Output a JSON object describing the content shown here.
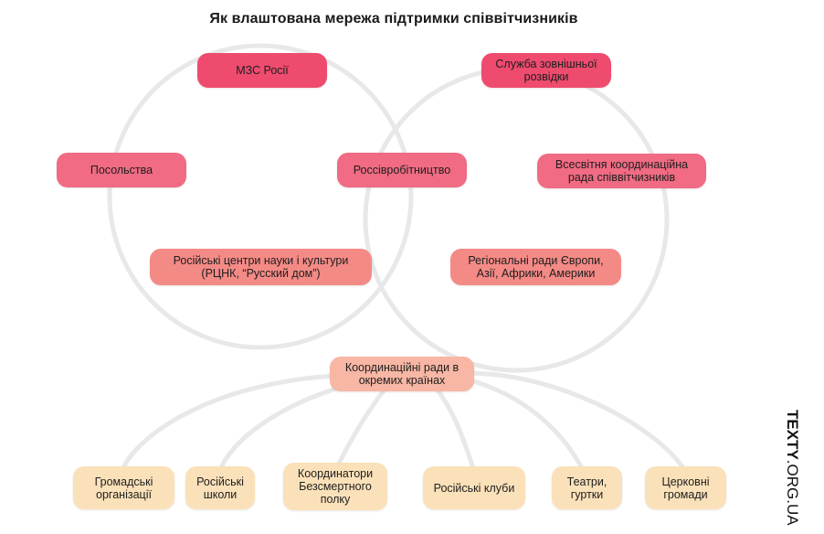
{
  "title": "Як влаштована мережа підтримки співвітчизників",
  "colors": {
    "level1": "#ee4b6f",
    "level2": "#f06b83",
    "level3": "#f48a86",
    "level4": "#f8b6a4",
    "level5": "#fbe1b9",
    "connector": "#e8e8e8"
  },
  "nodes": {
    "mfa": "МЗС Росії",
    "foreign_intel": "Служба зовнішньої розвідки",
    "embassies": "Посольства",
    "rossotrudnichestvo": "Россівробітництво",
    "world_council": "Всесвітня координаційна рада співвітчизників",
    "science_centers": "Російські центри науки і культури (РЦНК, “Русский дом”)",
    "regional_councils": "Регіональні ради Європи, Азії, Африки, Америки",
    "country_councils": "Координаційні ради в окремих країнах",
    "public_orgs": "Громадські організації",
    "schools": "Російські школи",
    "immortal_coordinators": "Координатори Безсмертного полку",
    "clubs": "Російські клуби",
    "theaters": "Театри, гуртки",
    "churches": "Церковні громади"
  },
  "brand": {
    "bold": "TEXTY",
    "light": ".ORG.UA"
  }
}
